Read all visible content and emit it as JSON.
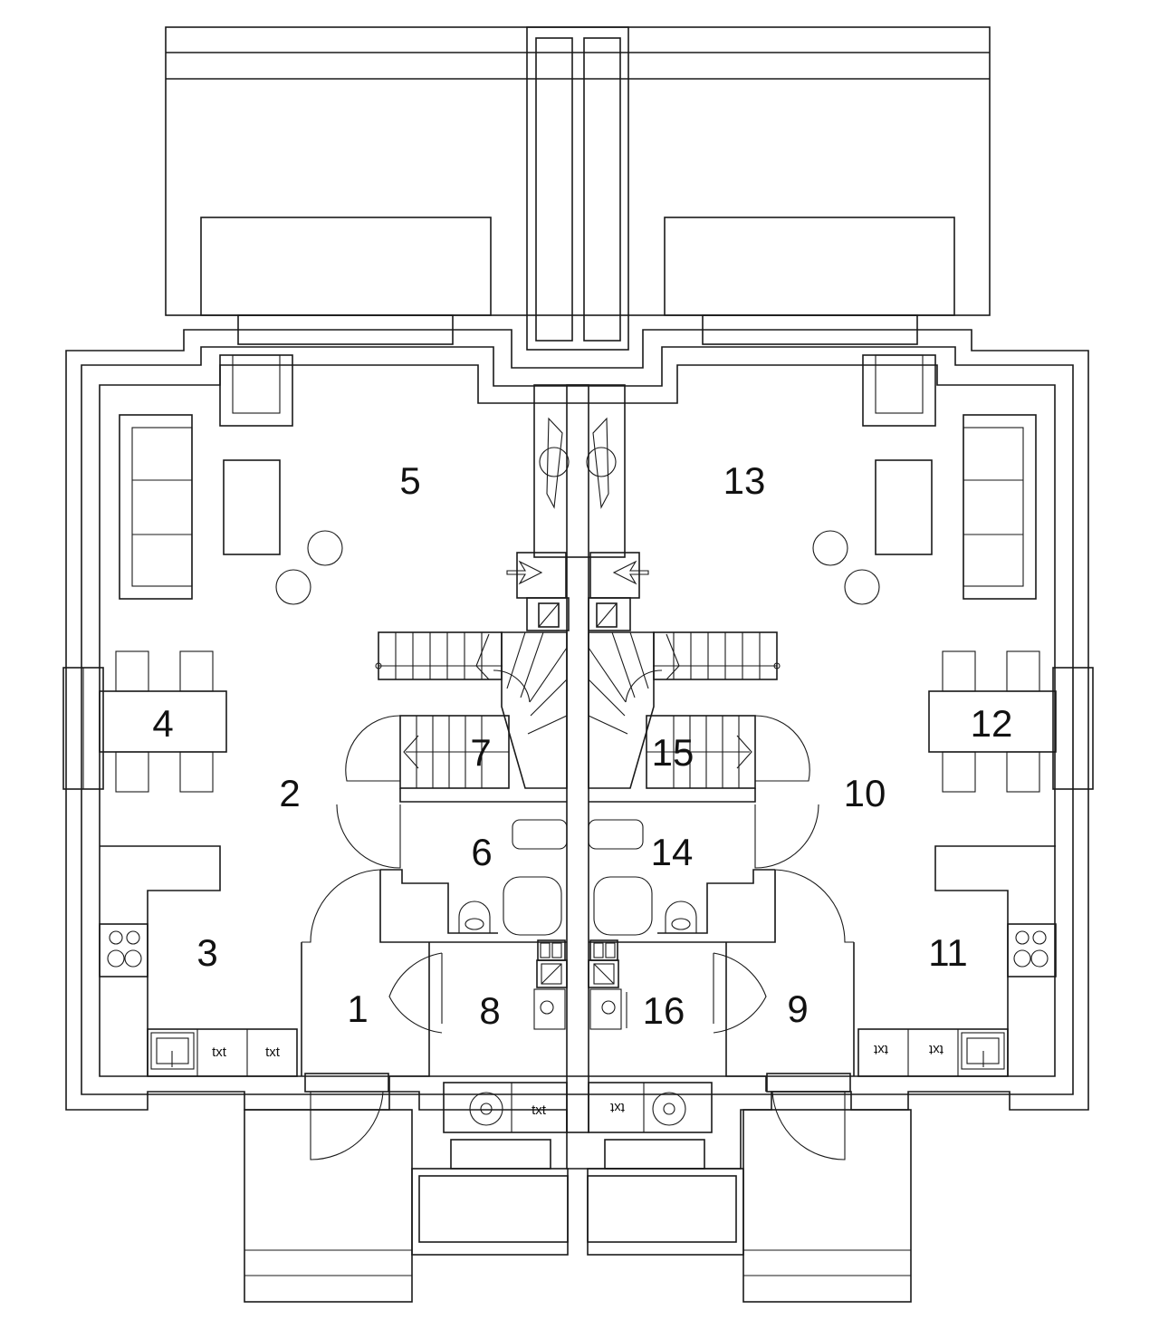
{
  "colors": {
    "line": "#1a1a1a",
    "background": "#ffffff"
  },
  "rooms": [
    {
      "label": "1"
    },
    {
      "label": "2"
    },
    {
      "label": "3"
    },
    {
      "label": "4"
    },
    {
      "label": "5"
    },
    {
      "label": "6"
    },
    {
      "label": "7"
    },
    {
      "label": "8"
    },
    {
      "label": "9"
    },
    {
      "label": "10"
    },
    {
      "label": "11"
    },
    {
      "label": "12"
    },
    {
      "label": "13"
    },
    {
      "label": "14"
    },
    {
      "label": "15"
    },
    {
      "label": "16"
    }
  ],
  "counter_labels": [
    "txt",
    "txt",
    "txt",
    "txt",
    "txt",
    "txt"
  ]
}
